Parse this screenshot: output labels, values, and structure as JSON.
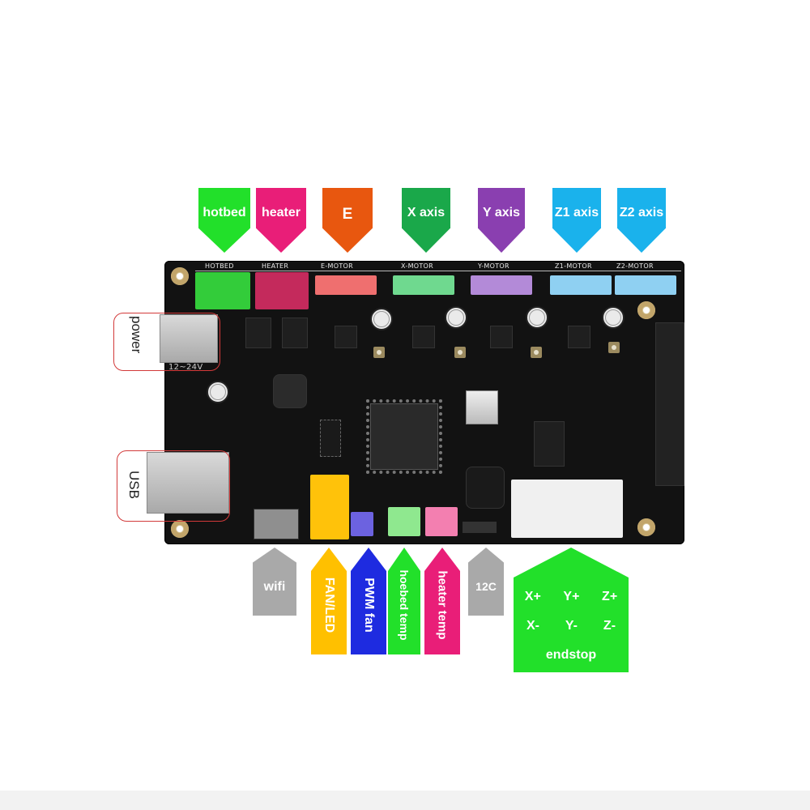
{
  "top_labels": [
    {
      "key": "hotbed",
      "text": "hotbed",
      "color": "#22e02a"
    },
    {
      "key": "heater",
      "text": "heater",
      "color": "#e91e78"
    },
    {
      "key": "e",
      "text": "E",
      "color": "#e8570f"
    },
    {
      "key": "x",
      "text": "X axis",
      "color": "#1aa84a"
    },
    {
      "key": "y",
      "text": "Y axis",
      "color": "#8a3fb0"
    },
    {
      "key": "z1",
      "text": "Z1 axis",
      "color": "#1ab2ec"
    },
    {
      "key": "z2",
      "text": "Z2 axis",
      "color": "#1ab2ec"
    }
  ],
  "silkscreen": {
    "hotbed": "HOTBED",
    "heater": "HEATER",
    "e_motor": "E-MOTOR",
    "x_motor": "X-MOTOR",
    "y_motor": "Y-MOTOR",
    "z1_motor": "Z1-MOTOR",
    "z2_motor": "Z2-MOTOR",
    "voltage": "12~24V"
  },
  "side_labels": {
    "power": "power",
    "usb": "USB"
  },
  "bottom_labels": {
    "wifi": {
      "text": "wifi",
      "color": "#a9a9a9"
    },
    "fan_led": {
      "text": "FAN/LED",
      "color": "#ffc000"
    },
    "pwm_fan": {
      "text": "PWM fan",
      "color": "#1e2be0"
    },
    "hotbed_temp": {
      "text": "hoebed temp",
      "color": "#22e02a"
    },
    "heater_temp": {
      "text": "heater temp",
      "color": "#e91e78"
    },
    "i2c": {
      "text": "12C",
      "color": "#a9a9a9"
    }
  },
  "endstop": {
    "color": "#22e02a",
    "row1": [
      "X+",
      "Y+",
      "Z+"
    ],
    "row2": [
      "X-",
      "Y-",
      "Z-"
    ],
    "title": "endstop"
  }
}
